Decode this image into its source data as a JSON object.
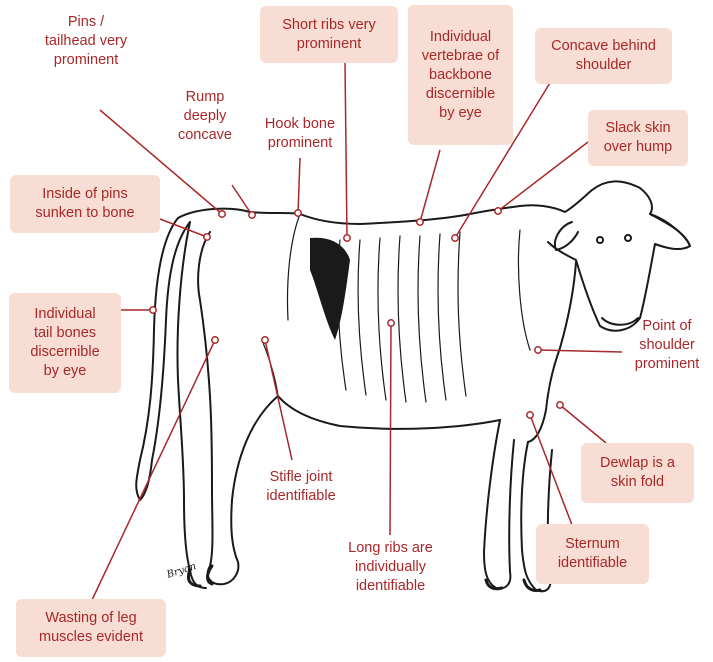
{
  "colors": {
    "label_text": "#a8282a",
    "label_box_fill": "#f7ddd3",
    "leader_line": "#a8282a",
    "outline": "#1a1a1a",
    "background": "#ffffff"
  },
  "artist_signature": "Bryan",
  "labels": {
    "pins_tailhead": "Pins /\ntailhead very\nprominent",
    "rump_concave": "Rump\ndeeply\nconcave",
    "hook_bone": "Hook bone\nprominent",
    "short_ribs": "Short ribs very\nprominent",
    "vertebrae": "Individual\nvertebrae of\nbackbone\ndiscernible\nby eye",
    "concave_shoulder": "Concave behind\nshoulder",
    "slack_skin": "Slack skin\nover hump",
    "inside_pins": "Inside of pins\nsunken to bone",
    "tail_bones": "Individual\ntail bones\ndiscernible\nby eye",
    "point_shoulder": "Point of\nshoulder\nprominent",
    "stifle": "Stifle joint\nidentifiable",
    "dewlap": "Dewlap is a\nskin fold",
    "long_ribs": "Long ribs are\nindividually\nidentifiable",
    "sternum": "Sternum\nidentifiable",
    "leg_muscles": "Wasting of leg\nmuscles evident"
  }
}
